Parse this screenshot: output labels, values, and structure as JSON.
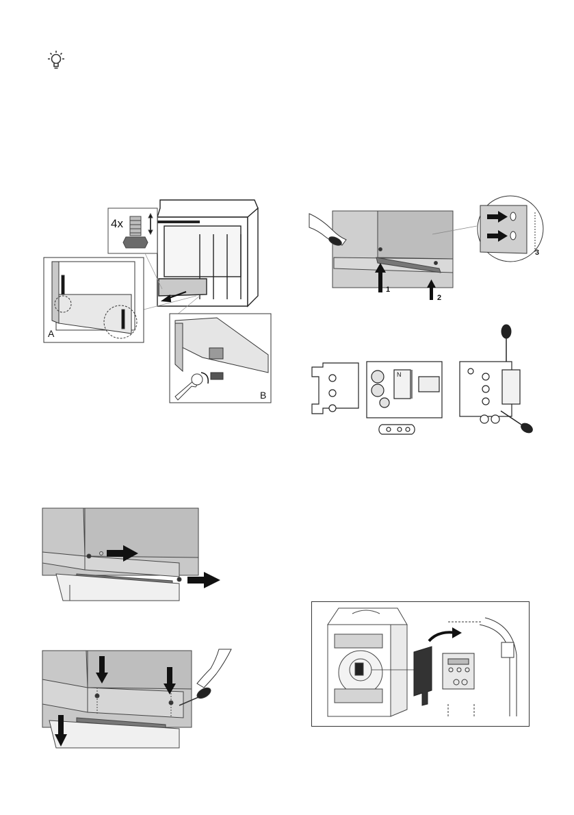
{
  "page": {
    "background": "#ffffff",
    "line_color": "#222222",
    "panel_gray": "#c9c9c9",
    "arrow_color": "#111111"
  },
  "tip": {
    "icon": "lightbulb-icon"
  },
  "figure_install": {
    "count_label": "4x",
    "inset_a_label": "A",
    "inset_b_label": "B"
  },
  "figure_plinth_remove": {
    "label_1": "1",
    "label_2": "2",
    "label_3": "3"
  },
  "figure_terminal": {
    "marking_n": "N"
  }
}
